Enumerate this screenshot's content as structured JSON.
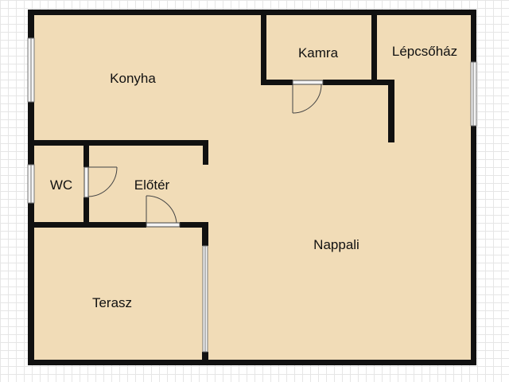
{
  "floorplan": {
    "colors": {
      "floor": "#f1dcb7",
      "wall": "#111111",
      "window": "#f4f4f4",
      "grid": "#e6e6e6"
    },
    "rooms": {
      "konyha": "Konyha",
      "kamra": "Kamra",
      "lepcsohaz": "Lépcsőház",
      "wc": "WC",
      "eloter": "Előtér",
      "nappali": "Nappali",
      "terasz": "Terasz"
    }
  }
}
